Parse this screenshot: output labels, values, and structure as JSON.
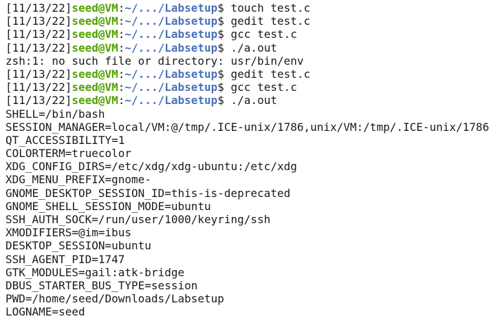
{
  "app": {
    "name": "zsh-terminal-session"
  },
  "colors": {
    "background": "#ffffff",
    "foreground": "#1a1a1a",
    "user_host_green": "#53a000",
    "path_blue": "#4a72b8"
  },
  "prompt": {
    "date": "[11/13/22]",
    "user_host": "seed@VM",
    "separator": ":",
    "path": "~/.../Labsetup",
    "symbol": "$ "
  },
  "lines": [
    {
      "kind": "prompt",
      "command": "touch test.c"
    },
    {
      "kind": "prompt",
      "command": "gedit test.c"
    },
    {
      "kind": "prompt",
      "command": "gcc test.c"
    },
    {
      "kind": "prompt",
      "command": "./a.out"
    },
    {
      "kind": "plain",
      "text": "zsh:1: no such file or directory: usr/bin/env"
    },
    {
      "kind": "prompt",
      "command": "gedit test.c"
    },
    {
      "kind": "prompt",
      "command": "gcc test.c"
    },
    {
      "kind": "prompt",
      "command": "./a.out"
    },
    {
      "kind": "plain",
      "text": "SHELL=/bin/bash"
    },
    {
      "kind": "plain",
      "text": "SESSION_MANAGER=local/VM:@/tmp/.ICE-unix/1786,unix/VM:/tmp/.ICE-unix/1786"
    },
    {
      "kind": "plain",
      "text": "QT_ACCESSIBILITY=1"
    },
    {
      "kind": "plain",
      "text": "COLORTERM=truecolor"
    },
    {
      "kind": "plain",
      "text": "XDG_CONFIG_DIRS=/etc/xdg/xdg-ubuntu:/etc/xdg"
    },
    {
      "kind": "plain",
      "text": "XDG_MENU_PREFIX=gnome-"
    },
    {
      "kind": "plain",
      "text": "GNOME_DESKTOP_SESSION_ID=this-is-deprecated"
    },
    {
      "kind": "plain",
      "text": "GNOME_SHELL_SESSION_MODE=ubuntu"
    },
    {
      "kind": "plain",
      "text": "SSH_AUTH_SOCK=/run/user/1000/keyring/ssh"
    },
    {
      "kind": "plain",
      "text": "XMODIFIERS=@im=ibus"
    },
    {
      "kind": "plain",
      "text": "DESKTOP_SESSION=ubuntu"
    },
    {
      "kind": "plain",
      "text": "SSH_AGENT_PID=1747"
    },
    {
      "kind": "plain",
      "text": "GTK_MODULES=gail:atk-bridge"
    },
    {
      "kind": "plain",
      "text": "DBUS_STARTER_BUS_TYPE=session"
    },
    {
      "kind": "plain",
      "text": "PWD=/home/seed/Downloads/Labsetup"
    },
    {
      "kind": "plain",
      "text": "LOGNAME=seed"
    }
  ]
}
